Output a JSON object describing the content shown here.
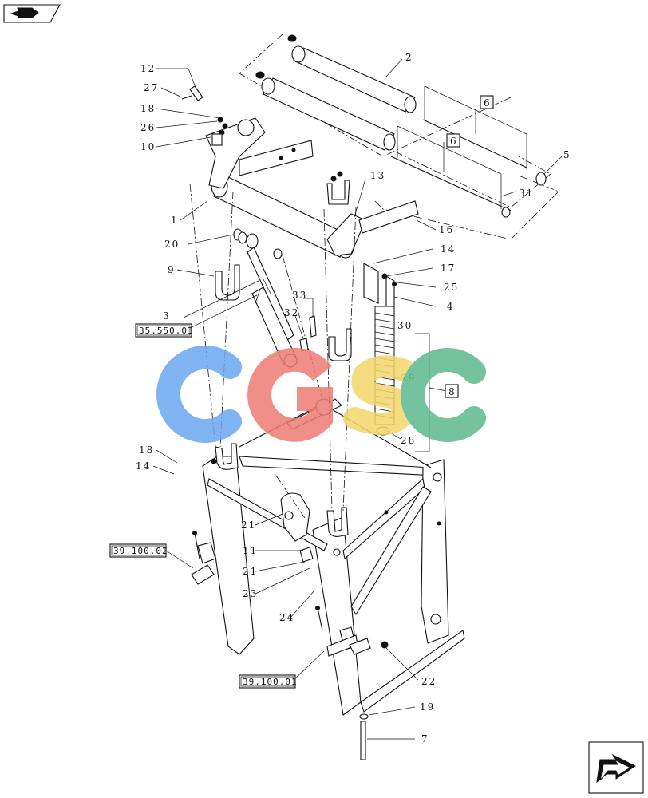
{
  "diagram": {
    "callouts": {
      "c12": "12",
      "c27": "27",
      "c18a": "18",
      "c26": "26",
      "c10": "10",
      "c1": "1",
      "c20": "20",
      "c9": "9",
      "c3": "3",
      "c2": "2",
      "c5": "5",
      "c6a": "6",
      "c6b": "6",
      "c13": "13",
      "c31": "31",
      "c16": "16",
      "c14a": "14",
      "c17": "17",
      "c25": "25",
      "c4": "4",
      "c33": "33",
      "c32": "32",
      "c30": "30",
      "c29": "29",
      "c8": "8",
      "c28": "28",
      "c18b": "18",
      "c14b": "14",
      "c21a": "21",
      "c11": "11",
      "c21b": "21",
      "c23": "23",
      "c24": "24",
      "c22": "22",
      "c19": "19",
      "c7": "7"
    },
    "references": {
      "ref1": "35.550.03",
      "ref2": "39.100.02",
      "ref3": "39.100.01"
    }
  },
  "colors": {
    "line": "#111111",
    "wm_blue": "#6aa6f0",
    "wm_red": "#ee7b74",
    "wm_yellow": "#f5d66a",
    "wm_green": "#5cb88e"
  },
  "icons": {
    "top_left": "book-arrow-icon",
    "bottom_right": "next-page-arrow-icon"
  }
}
